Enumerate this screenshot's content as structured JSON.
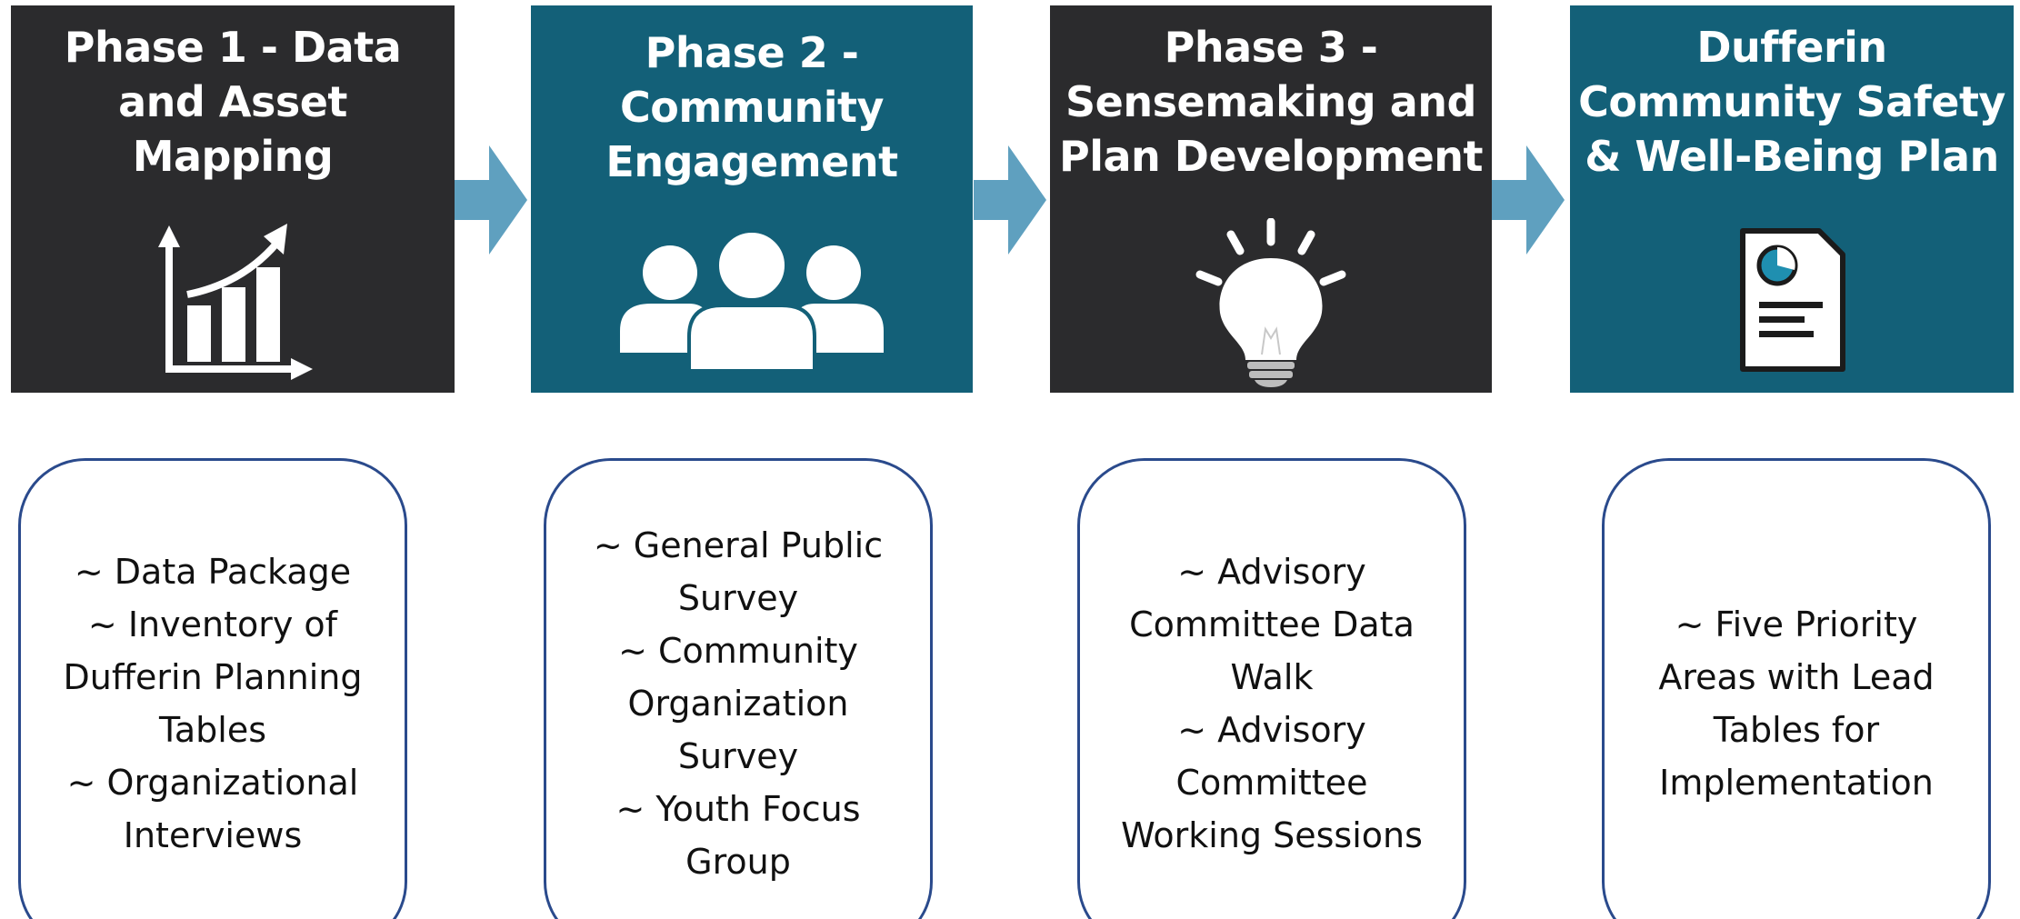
{
  "phases": [
    {
      "title": "Phase 1 - Data\nand Asset\nMapping",
      "icon": "bar-chart-growth-icon",
      "color": "#2b2b2d",
      "details": "~ Data Package\n~ Inventory of\nDufferin Planning\nTables\n~ Organizational\nInterviews"
    },
    {
      "title": "Phase 2 -\nCommunity\nEngagement",
      "icon": "people-group-icon",
      "color": "#136078",
      "details": "~ General Public\nSurvey\n~ Community\nOrganization\nSurvey\n~ Youth Focus\nGroup"
    },
    {
      "title": "Phase 3 -\nSensemaking and\nPlan Development",
      "icon": "lightbulb-icon",
      "color": "#2b2b2d",
      "details": "~ Advisory\nCommittee Data\nWalk\n~ Advisory\nCommittee\nWorking Sessions"
    },
    {
      "title": "Dufferin\nCommunity Safety\n& Well-Being Plan",
      "icon": "document-report-icon",
      "color": "#136078",
      "details": "~ Five Priority\nAreas with Lead\nTables for\nImplementation"
    }
  ],
  "arrow_color": "#5fa0bf",
  "box_border_color": "#2a4a8c"
}
